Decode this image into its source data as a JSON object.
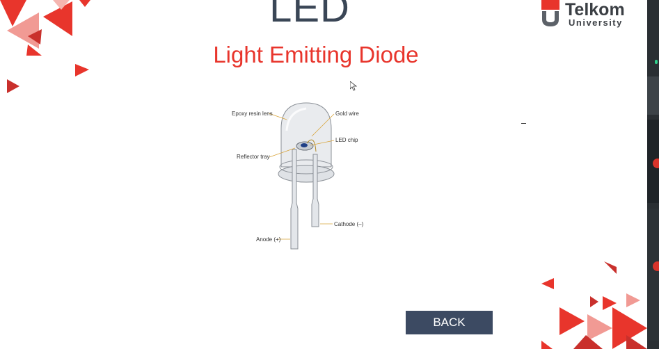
{
  "slide": {
    "title": "LED",
    "subtitle": "Light Emitting Diode",
    "logo": {
      "line1": "Telkom",
      "line2": "University"
    },
    "diagram": {
      "labels": {
        "lens": "Epoxy resin lens",
        "gold_wire": "Gold wire",
        "chip": "LED chip",
        "reflector": "Reflector tray",
        "cathode": "Cathode (–)",
        "anode": "Anode (+)"
      }
    },
    "back_button": "BACK"
  },
  "colors": {
    "accent": "#e8352c",
    "title": "#3a4656",
    "button": "#3c4a62"
  }
}
